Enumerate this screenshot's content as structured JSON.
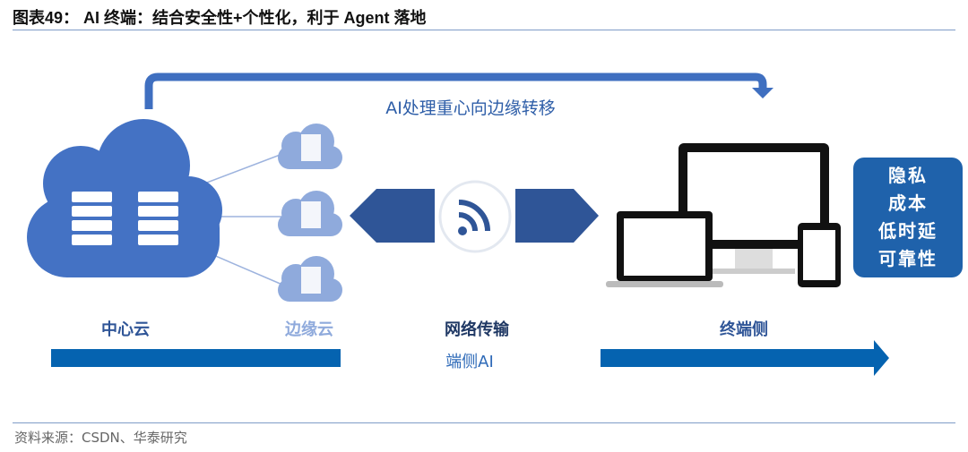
{
  "title": "图表49： AI 终端：结合安全性+个性化，利于 Agent 落地",
  "top_arrow_label": "AI处理重心向边缘转移",
  "labels": {
    "center_cloud": "中心云",
    "edge_cloud": "边缘云",
    "network": "网络传输",
    "device_side": "终端侧",
    "device_ai": "端侧AI"
  },
  "benefits": [
    "隐私",
    "成本",
    "低时延",
    "可靠性"
  ],
  "source": "资料来源：CSDN、华泰研究",
  "colors": {
    "primary": "#4472c4",
    "edge": "#8faadc",
    "dark": "#2f5597",
    "bar": "#0563b0"
  }
}
